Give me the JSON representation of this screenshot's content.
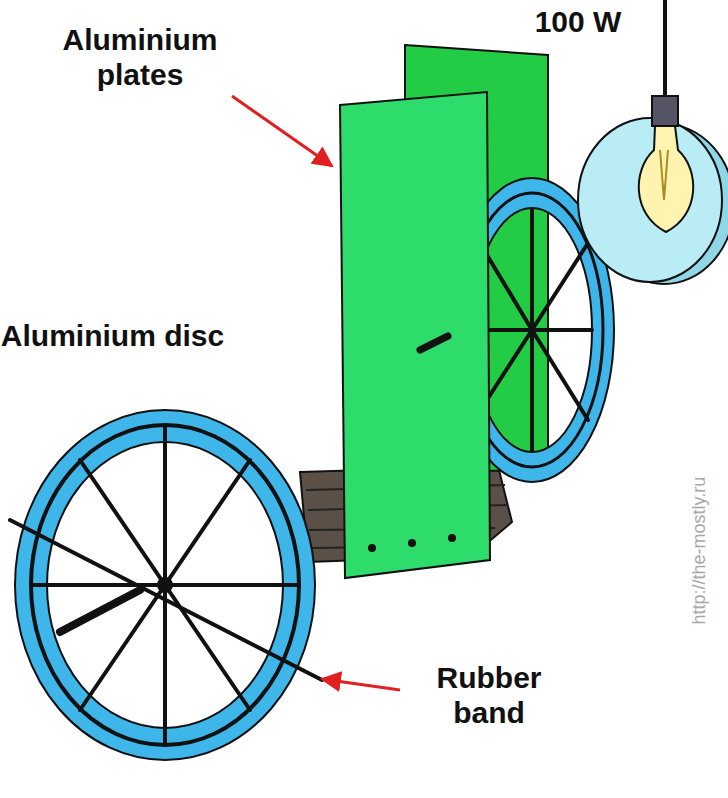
{
  "diagram": {
    "labels": [
      "100 W",
      "Aluminium plates",
      "Aluminium disc",
      "Rubber band",
      "http://the-mostly.ru"
    ]
  }
}
